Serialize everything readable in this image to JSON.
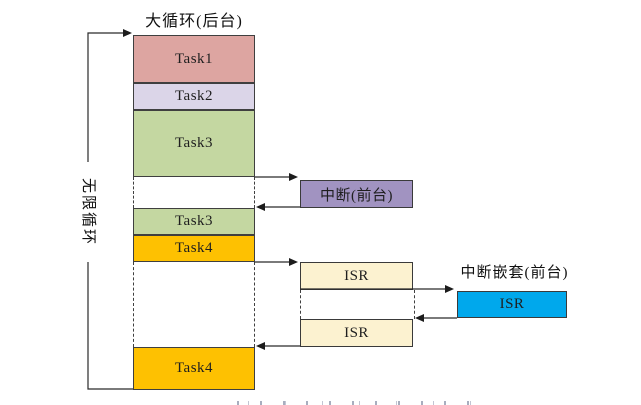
{
  "diagram": {
    "title": "大循环(后台)",
    "loop_label": "无限循环",
    "stack": {
      "blocks": [
        {
          "label": "Task1",
          "color": "#dda5a1"
        },
        {
          "label": "Task2",
          "color": "#dbd5e8"
        },
        {
          "label": "Task3",
          "color": "#c4d7a1"
        },
        {
          "label": "Task3",
          "color": "#c4d7a1"
        },
        {
          "label": "Task4",
          "color": "#fec101"
        },
        {
          "label": "Task4",
          "color": "#fec101"
        }
      ]
    },
    "foreground": {
      "interrupt_label": "中断(前台)",
      "interrupt_color": "#a193c1",
      "isr_blocks": [
        {
          "label": "ISR"
        },
        {
          "label": "ISR"
        }
      ],
      "isr_color": "#fcf2d0",
      "nested_title": "中断嵌套(前台)",
      "nested_isr_label": "ISR",
      "nested_isr_color": "#00a8ec"
    },
    "line_color": "#2a2a2a"
  }
}
